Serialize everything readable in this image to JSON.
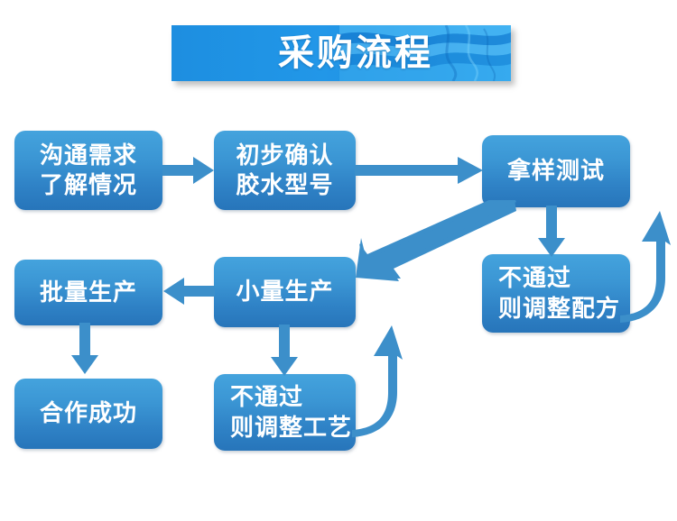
{
  "banner": {
    "title": "采购流程",
    "accent_color": "#1f93e4",
    "text_color": "#ffffff",
    "texture": "water-wave"
  },
  "theme": {
    "box_gradient_top": "#44a3dd",
    "box_gradient_bottom": "#2775ba",
    "arrow_color": "#3c8fca",
    "background": "#ffffff"
  },
  "flow": {
    "nodes": [
      {
        "id": "n1",
        "lines": [
          "沟通需求",
          "了解情况"
        ],
        "align": "center"
      },
      {
        "id": "n2",
        "lines": [
          "初步确认",
          "胶水型号"
        ],
        "align": "center"
      },
      {
        "id": "n3",
        "lines": [
          "拿样测试"
        ],
        "align": "center"
      },
      {
        "id": "n4",
        "lines": [
          "批量生产"
        ],
        "align": "center"
      },
      {
        "id": "n5",
        "lines": [
          "小量生产"
        ],
        "align": "center"
      },
      {
        "id": "n6",
        "lines": [
          "不通过",
          "则调整配方"
        ],
        "align": "left"
      },
      {
        "id": "n7",
        "lines": [
          "合作成功"
        ],
        "align": "center"
      },
      {
        "id": "n8",
        "lines": [
          "不通过",
          "则调整工艺"
        ],
        "align": "left"
      }
    ],
    "edges": [
      {
        "from": "n1",
        "to": "n2",
        "kind": "arrow-right"
      },
      {
        "from": "n2",
        "to": "n3",
        "kind": "arrow-right-long"
      },
      {
        "from": "n3",
        "to": "n6",
        "kind": "arrow-down"
      },
      {
        "from": "n6",
        "to": "n3",
        "kind": "arrow-curve-up-right"
      },
      {
        "from": "n3",
        "to": "n5",
        "kind": "arrow-diagonal-down-left"
      },
      {
        "from": "n5",
        "to": "n4",
        "kind": "arrow-left"
      },
      {
        "from": "n5",
        "to": "n8",
        "kind": "arrow-down"
      },
      {
        "from": "n8",
        "to": "n5",
        "kind": "arrow-curve-up-right"
      },
      {
        "from": "n4",
        "to": "n7",
        "kind": "arrow-down"
      }
    ]
  }
}
